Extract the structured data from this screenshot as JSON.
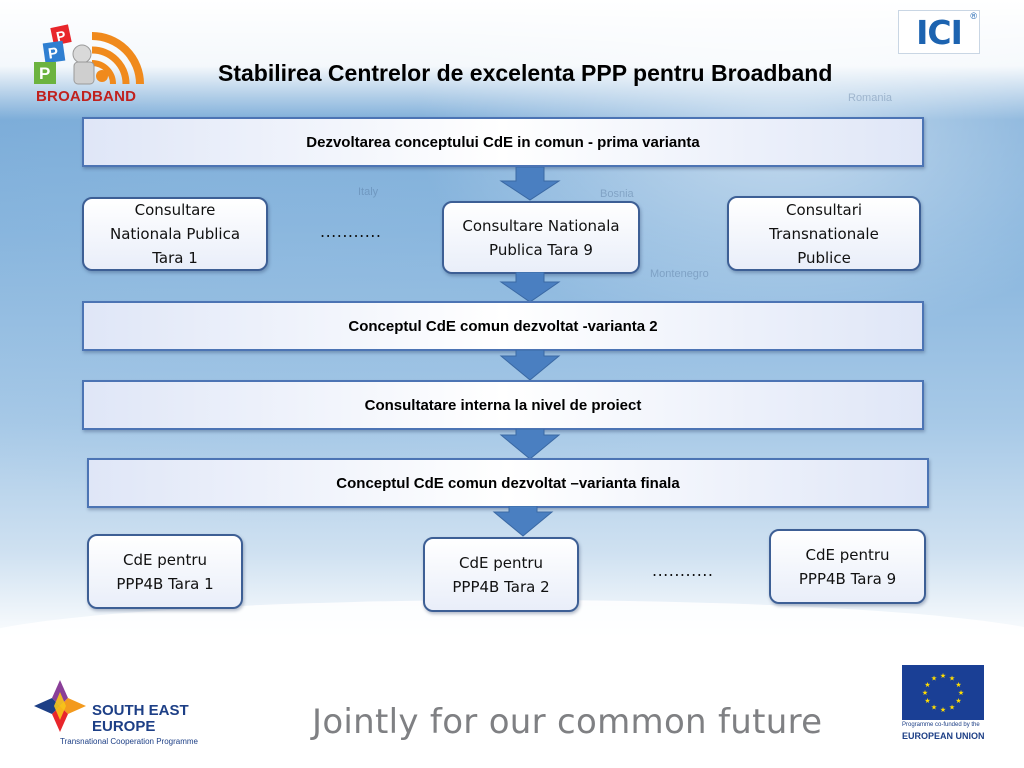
{
  "header": {
    "title": "Stabilirea Centrelor de excelenta PPP pentru Broadband",
    "logo_left_text": "BROADBAND",
    "logo_right_text": "ICI",
    "logo_right_reg": "®"
  },
  "background_map_labels": [
    "Italy",
    "Bosnia",
    "Montenegro",
    "Romania"
  ],
  "flow": {
    "bar1": "Dezvoltarea conceptului CdE in comun  - prima varianta",
    "consult_1": "Consultare Nationala Publica Tara 1",
    "consult_dots": "...........",
    "consult_9": "Consultare Nationala Publica Tara 9",
    "consult_trans": "Consultari Transnationale Publice",
    "bar2": "Conceptul CdE comun dezvoltat  -varianta 2",
    "bar3": "Consultatare interna la nivel de proiect",
    "bar4": "Conceptul CdE comun dezvoltat –varianta finala",
    "cde_1": "CdE  pentru PPP4B Tara 1",
    "cde_2": "CdE  pentru PPP4B Tara 2",
    "cde_dots": "...........",
    "cde_9": "CdE  pentru PPP4B Tara 9"
  },
  "footer": {
    "see_title_line1": "SOUTH EAST",
    "see_title_line2": "EUROPE",
    "see_subtitle": "Transnational Cooperation Programme",
    "slogan": "Jointly for our common future",
    "eu_subtitle": "Programme co-funded by the",
    "eu_title": "EUROPEAN UNION"
  },
  "colors": {
    "bar_border": "#4c74b4",
    "box_border": "#3d5f95",
    "arrow": "#4a7fc1",
    "eu_blue": "#1a3f95",
    "eu_star": "#ffdd00"
  }
}
